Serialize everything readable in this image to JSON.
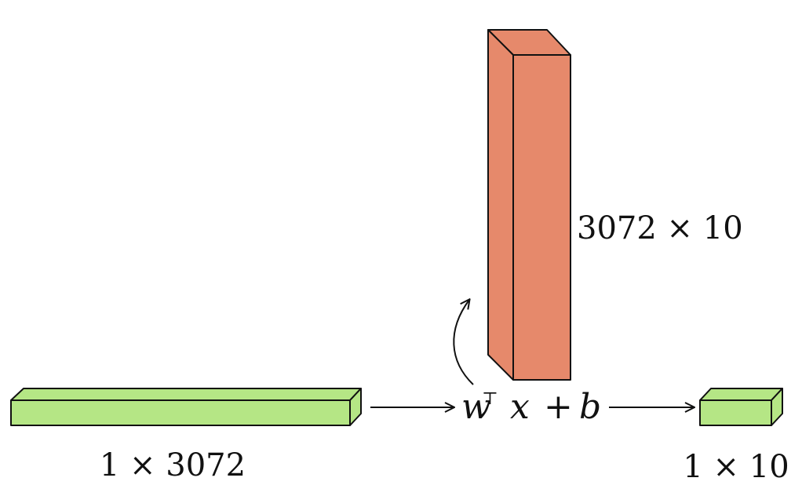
{
  "input_vector": {
    "label": "1 × 3072",
    "color": "#b5e685"
  },
  "weight_matrix": {
    "label": "3072 × 10",
    "color": "#e6896b"
  },
  "operation": {
    "w": "w",
    "transpose": "⊤",
    "x": "x",
    "plus": "+",
    "b": "b"
  },
  "output_vector": {
    "label": "1 × 10",
    "color": "#b5e685"
  }
}
